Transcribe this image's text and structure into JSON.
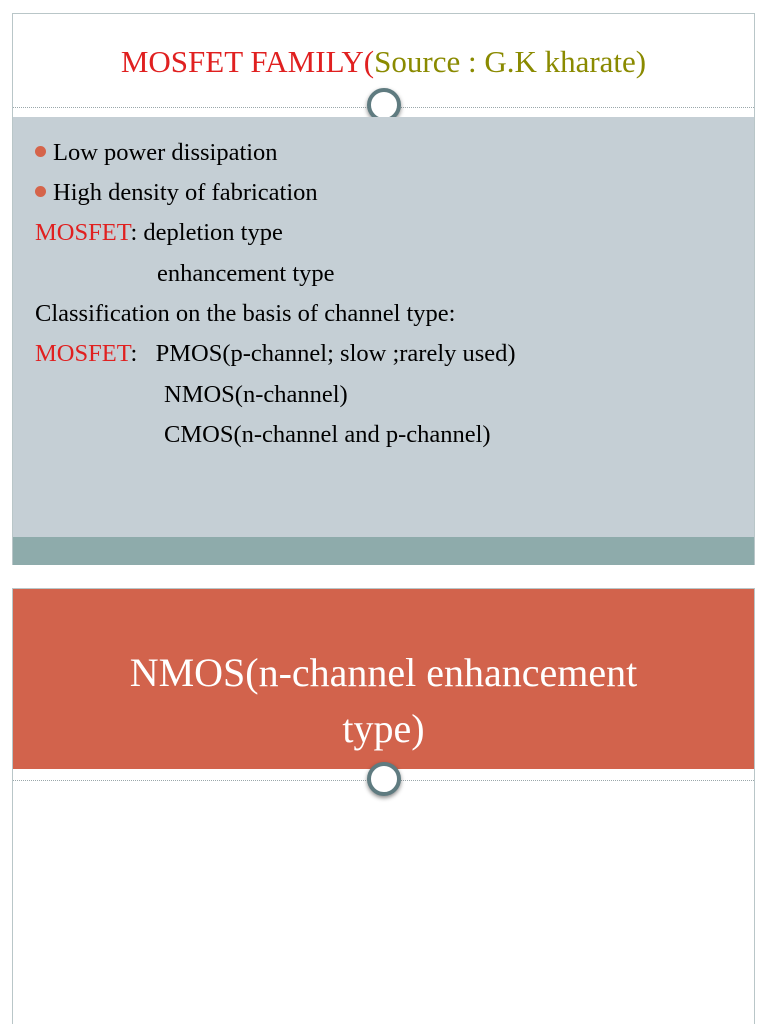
{
  "slide1": {
    "title_part1": "MOSFET FAMILY(",
    "title_part2": "Source : G.K kharate)",
    "bullets": [
      "Low power dissipation",
      "High density of fabrication"
    ],
    "mosfet_label": "MOSFET",
    "depletion": ": depletion type",
    "enhancement": "enhancement type",
    "classification": "Classification on the basis of channel type:",
    "mosfet_label2": "MOSFET",
    "pmos": ":   PMOS(p-channel; slow ;rarely used)",
    "nmos": "NMOS(n-channel)",
    "cmos": "CMOS(n-channel and p-channel)"
  },
  "slide2": {
    "title_line1": "NMOS(n-channel enhancement",
    "title_line2": "type)"
  },
  "colors": {
    "accent_red": "#e02020",
    "olive": "#8a8a00",
    "body_bg": "#c5cfd5",
    "footer_band": "#8eabab",
    "title_band": "#d2634c",
    "bullet": "#d5644a"
  }
}
